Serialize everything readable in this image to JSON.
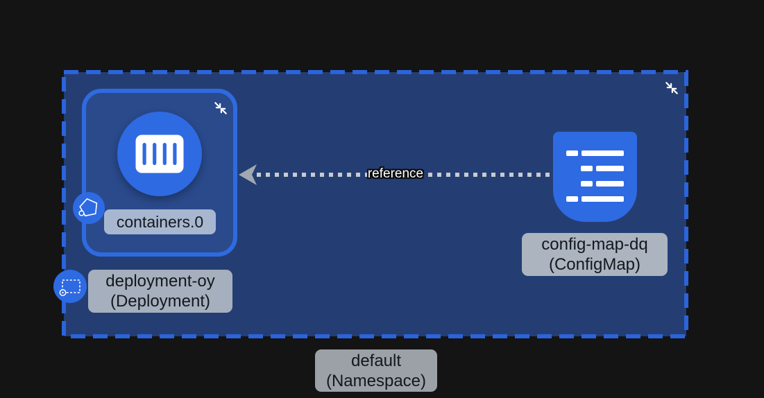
{
  "colors": {
    "background": "#141414",
    "accent_blue": "#2F6BE0",
    "namespace_fill": "#243E74",
    "namespace_border": "#2B64DB",
    "deployment_fill": "#2A4A8C",
    "node_blue": "#2E6AE2",
    "label_pill_gray": "#A6AFBD",
    "edge_gray": "#C8CACF"
  },
  "namespace": {
    "name": "default",
    "kind_label": "(Namespace)"
  },
  "deployment": {
    "name": "deployment-oy",
    "kind_label": "(Deployment)"
  },
  "container": {
    "name": "containers.0"
  },
  "configmap": {
    "name": "config-map-dq",
    "kind_label": "(ConfigMap)"
  },
  "edge": {
    "label": "reference",
    "direction": "configmap-to-container"
  },
  "icons": {
    "namespace_collapse": "collapse-arrows-icon",
    "deployment_collapse": "collapse-arrows-icon",
    "pod_badge": "pentagon-pod-icon",
    "deployment_badge": "dashed-rect-deployment-icon",
    "container": "container-slots-icon",
    "configmap": "list-lines-configmap-icon"
  }
}
